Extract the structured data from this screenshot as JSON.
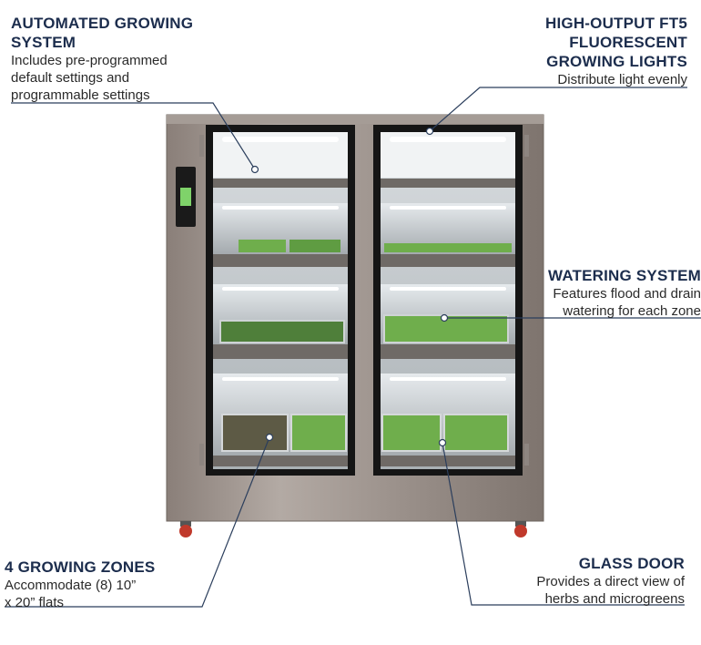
{
  "callouts": {
    "automated": {
      "title_line1": "AUTOMATED GROWING",
      "title_line2": "SYSTEM",
      "desc_line1": "Includes pre-programmed",
      "desc_line2": "default settings and",
      "desc_line3": "programmable settings"
    },
    "lights": {
      "title_line1": "HIGH-OUTPUT FT5",
      "title_line2": "FLUORESCENT",
      "title_line3": "GROWING LIGHTS",
      "desc_line1": "Distribute light evenly"
    },
    "watering": {
      "title_line1": "WATERING SYSTEM",
      "desc_line1": "Features flood and drain",
      "desc_line2": "watering for each zone"
    },
    "zones": {
      "title_line1": "4 GROWING ZONES",
      "desc_line1": "Accommodate (8) 10”",
      "desc_line2": "x 20” flats"
    },
    "door": {
      "title_line1": "GLASS DOOR",
      "desc_line1": "Provides a direct view of",
      "desc_line2": "herbs and microgreens"
    }
  },
  "colors": {
    "heading": "#1c2d4d",
    "leader_line": "#2b3e5c",
    "cabinet_steel": "#9a8f88",
    "plants": "#6fae4c"
  }
}
